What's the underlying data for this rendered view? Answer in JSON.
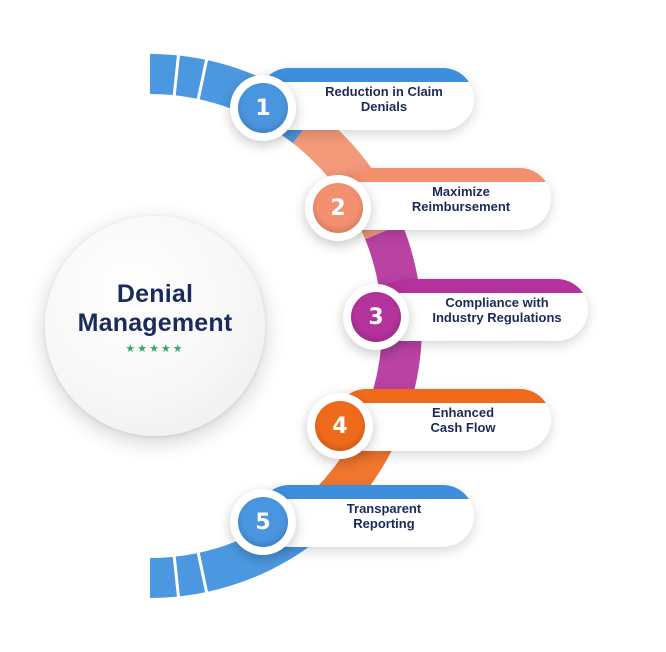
{
  "center": {
    "title_line1": "Denial",
    "title_line2": "Management",
    "stars": "★★★★★"
  },
  "items": [
    {
      "number": "1",
      "label_line1": "Reduction in Claim",
      "label_line2": "Denials",
      "color": "#3d8fdd"
    },
    {
      "number": "2",
      "label_line1": "Maximize",
      "label_line2": "Reimbursement",
      "color": "#f3906f"
    },
    {
      "number": "3",
      "label_line1": "Compliance with",
      "label_line2": "Industry Regulations",
      "color": "#b3329b"
    },
    {
      "number": "4",
      "label_line1": "Enhanced",
      "label_line2": "Cash Flow",
      "color": "#f06a1c"
    },
    {
      "number": "5",
      "label_line1": "Transparent",
      "label_line2": "Reporting",
      "color": "#3d8fdd"
    }
  ]
}
